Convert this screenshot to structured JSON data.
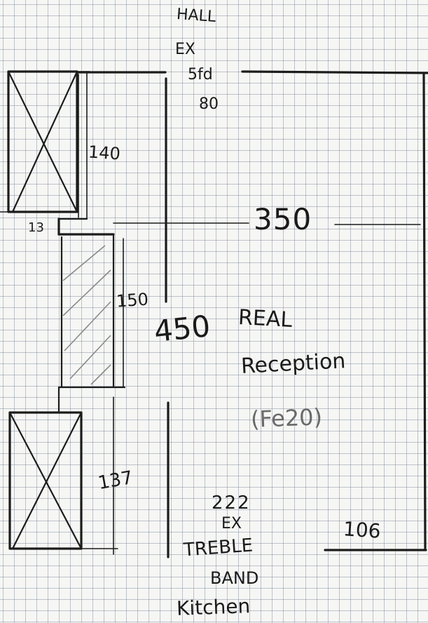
{
  "sketch": {
    "labels": {
      "hall": "HALL",
      "hall_ex": "EX",
      "hall_size": "5fd",
      "hall_width": "80",
      "dim_140": "140",
      "dim_13": "13",
      "dim_350": "350",
      "dim_150": "150",
      "dim_450": "450",
      "room_line1": "REAL",
      "room_line2": "Reception",
      "room_note": "(Fe20)",
      "dim_137": "137",
      "door_width": "222",
      "door_ex": "EX",
      "door_type": "TREBLE",
      "door_type2": "BAND",
      "kitchen": "Kitchen",
      "dim_106": "106"
    }
  }
}
